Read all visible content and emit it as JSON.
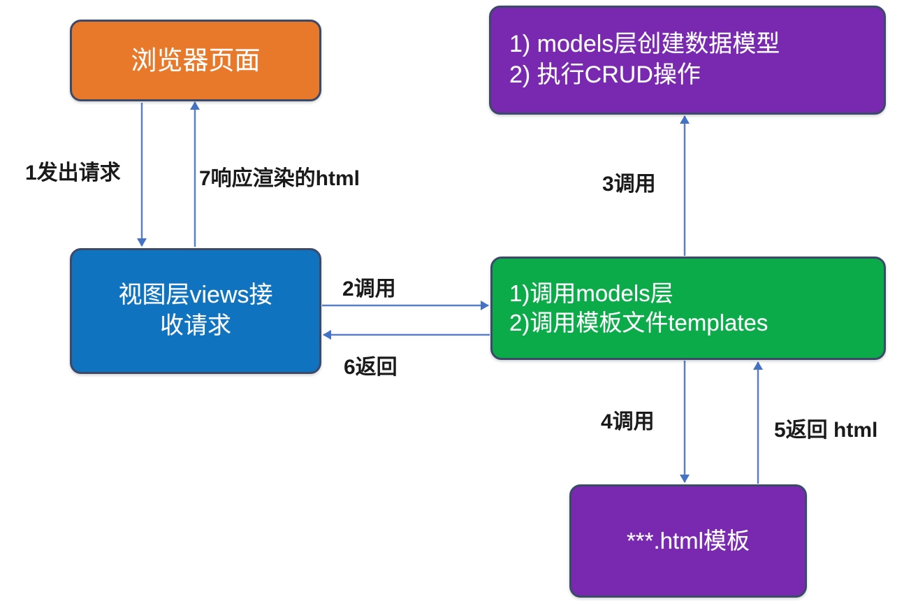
{
  "diagram": {
    "title": "Django MVT request flow",
    "palette": {
      "browser_fill": "#e8792a",
      "views_fill": "#1073bf",
      "models_fill": "#7829b0",
      "green_fill": "#0cab4a",
      "template_fill": "#7829b0",
      "node_border": "#3b4a68",
      "arrow_color": "#4472c4",
      "label_color": "#1a1a1a",
      "node_text_color": "#ffffff",
      "background": "#ffffff"
    },
    "nodes": [
      {
        "id": "browser",
        "label": "浏览器页面"
      },
      {
        "id": "models",
        "label": "1) models层创建数据模型\n2) 执行CRUD操作"
      },
      {
        "id": "views",
        "label": "视图层views接\n收请求"
      },
      {
        "id": "green",
        "label": "1)调用models层\n2)调用模板文件templates"
      },
      {
        "id": "template",
        "label": "***.html模板"
      }
    ],
    "edges": [
      {
        "id": "e1",
        "label": "1发出请求",
        "from": "browser",
        "to": "views",
        "direction": "down"
      },
      {
        "id": "e7",
        "label": "7响应渲染的html",
        "from": "views",
        "to": "browser",
        "direction": "up"
      },
      {
        "id": "e2",
        "label": "2调用",
        "from": "views",
        "to": "green",
        "direction": "right"
      },
      {
        "id": "e6",
        "label": "6返回",
        "from": "green",
        "to": "views",
        "direction": "left"
      },
      {
        "id": "e3",
        "label": "3调用",
        "from": "green",
        "to": "models",
        "direction": "up"
      },
      {
        "id": "e4",
        "label": "4调用",
        "from": "green",
        "to": "template",
        "direction": "down"
      },
      {
        "id": "e5",
        "label": "5返回 html",
        "from": "template",
        "to": "green",
        "direction": "up"
      }
    ]
  }
}
